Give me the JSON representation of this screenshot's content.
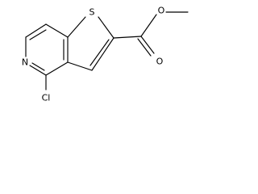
{
  "molecule": {
    "atoms": {
      "sulfur": "S",
      "nitrogen": "N",
      "carbonyl_oxygen": "O",
      "ester_oxygen": "O",
      "chlorine": "Cl"
    }
  },
  "colors": {
    "bond": "#000000",
    "label": "#000000",
    "background": "#ffffff"
  }
}
